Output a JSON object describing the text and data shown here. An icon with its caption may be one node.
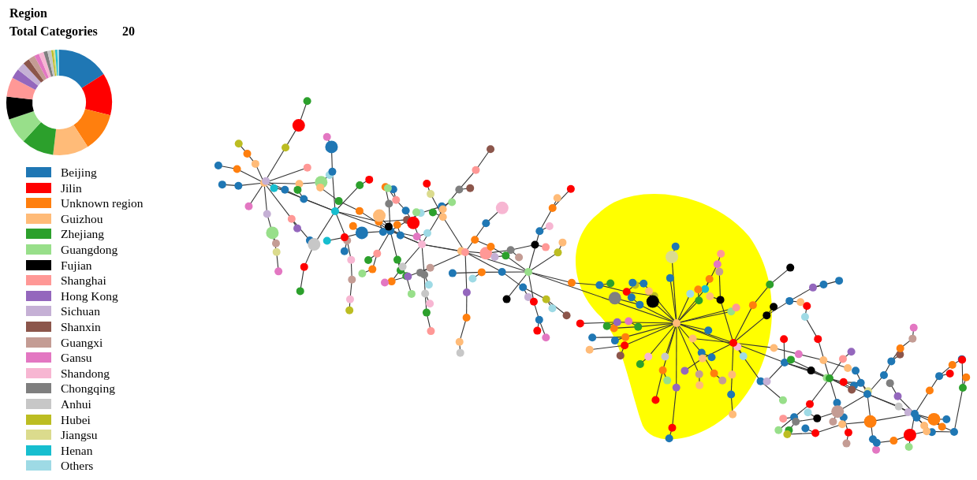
{
  "diagram": {
    "title": "Region",
    "labels": [
      "Total Categories",
      "20"
    ],
    "legend": [
      {
        "text": "Beijing",
        "color": "#1f77b4"
      },
      {
        "text": "Jilin",
        "color": "#ff0000"
      },
      {
        "text": "Unknown region",
        "color": "#ff7f0e"
      },
      {
        "text": "Guizhou",
        "color": "#ffbb78"
      },
      {
        "text": "Zhejiang",
        "color": "#2ca02c"
      },
      {
        "text": "Guangdong",
        "color": "#98df8a"
      },
      {
        "text": "Fujian",
        "color": "#000000"
      },
      {
        "text": "Shanghai",
        "color": "#ff9896"
      },
      {
        "text": "Hong Kong",
        "color": "#9467bd"
      },
      {
        "text": "Sichuan",
        "color": "#c5b0d5"
      },
      {
        "text": "Shanxin",
        "color": "#8c564b"
      },
      {
        "text": "Guangxi",
        "color": "#c49c94"
      },
      {
        "text": "Gansu",
        "color": "#e377c2"
      },
      {
        "text": "Shandong",
        "color": "#f7b6d2"
      },
      {
        "text": "Chongqing",
        "color": "#7f7f7f"
      },
      {
        "text": "Anhui",
        "color": "#c7c7c7"
      },
      {
        "text": "Hubei",
        "color": "#bcbd22"
      },
      {
        "text": "Jiangsu",
        "color": "#dbdb8d"
      },
      {
        "text": "Henan",
        "color": "#17becf"
      },
      {
        "text": "Others",
        "color": "#9edae5"
      }
    ]
  }
}
